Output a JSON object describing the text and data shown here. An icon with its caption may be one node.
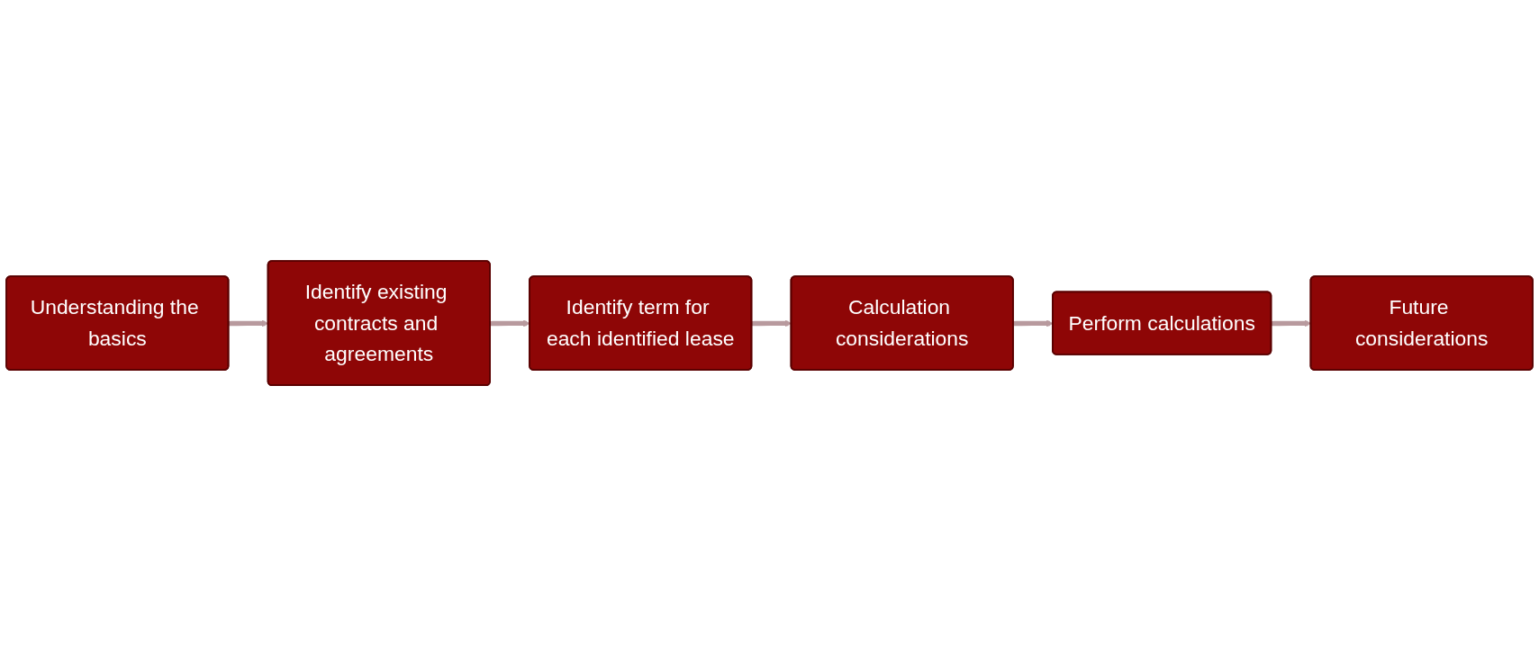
{
  "diagram": {
    "nodes": [
      {
        "text": [
          "Understanding the basics"
        ]
      },
      {
        "text": [
          "Identify existing contracts and agreements"
        ]
      },
      {
        "text": [
          "Identify term for each identified lease"
        ]
      },
      {
        "text": [
          "Calculation considerations"
        ]
      },
      {
        "text": [
          "Perform calculations"
        ]
      },
      {
        "text": [
          "Future considerations"
        ]
      }
    ],
    "edges": [
      {
        "from": 0,
        "to": 1,
        "arrow": "to"
      },
      {
        "from": 1,
        "to": 2,
        "arrow": "to"
      },
      {
        "from": 2,
        "to": 3,
        "arrow": "to"
      },
      {
        "from": 3,
        "to": 4,
        "arrow": "to"
      },
      {
        "from": 4,
        "to": 5,
        "arrow": "to"
      }
    ]
  }
}
